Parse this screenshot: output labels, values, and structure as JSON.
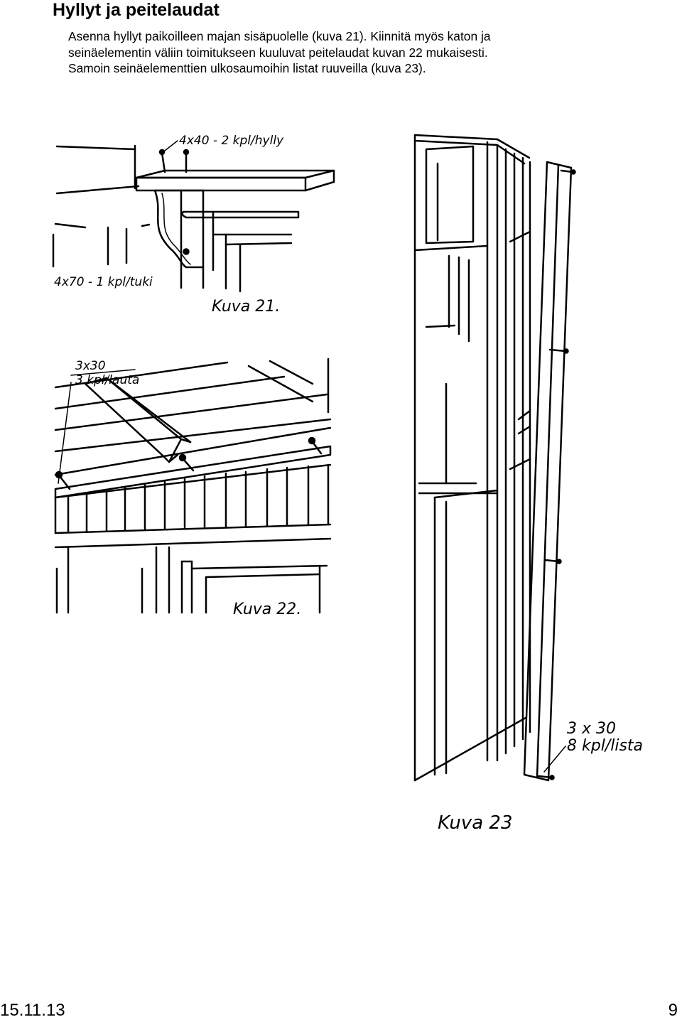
{
  "page": {
    "title": "Hyllyt ja peitelaudat",
    "paragraph_lines": [
      "Asenna hyllyt paikoilleen majan sisäpuolelle (kuva 21).  Kiinnitä myös katon ja",
      "seinäelementin väliin toimitukseen kuuluvat peitelaudat  kuvan 22 mukaisesti.",
      "Samoin seinäelementtien ulkosaumoihin listat ruuveilla (kuva 23)."
    ]
  },
  "figures": {
    "kuva21": {
      "shelf_label": "4x40 - 2 kpl/hylly",
      "bracket_label": "4x70 - 1 kpl/tuki",
      "caption": "Kuva 21."
    },
    "kuva22": {
      "board_size": "3x30",
      "board_count": "3 kpl/lauta",
      "caption": "Kuva 22."
    },
    "kuva23": {
      "strip_size": "3 x 30",
      "strip_count": "8 kpl/lista",
      "caption": "Kuva 23"
    }
  },
  "footer": {
    "date": "15.11.13",
    "page_number": "9"
  }
}
